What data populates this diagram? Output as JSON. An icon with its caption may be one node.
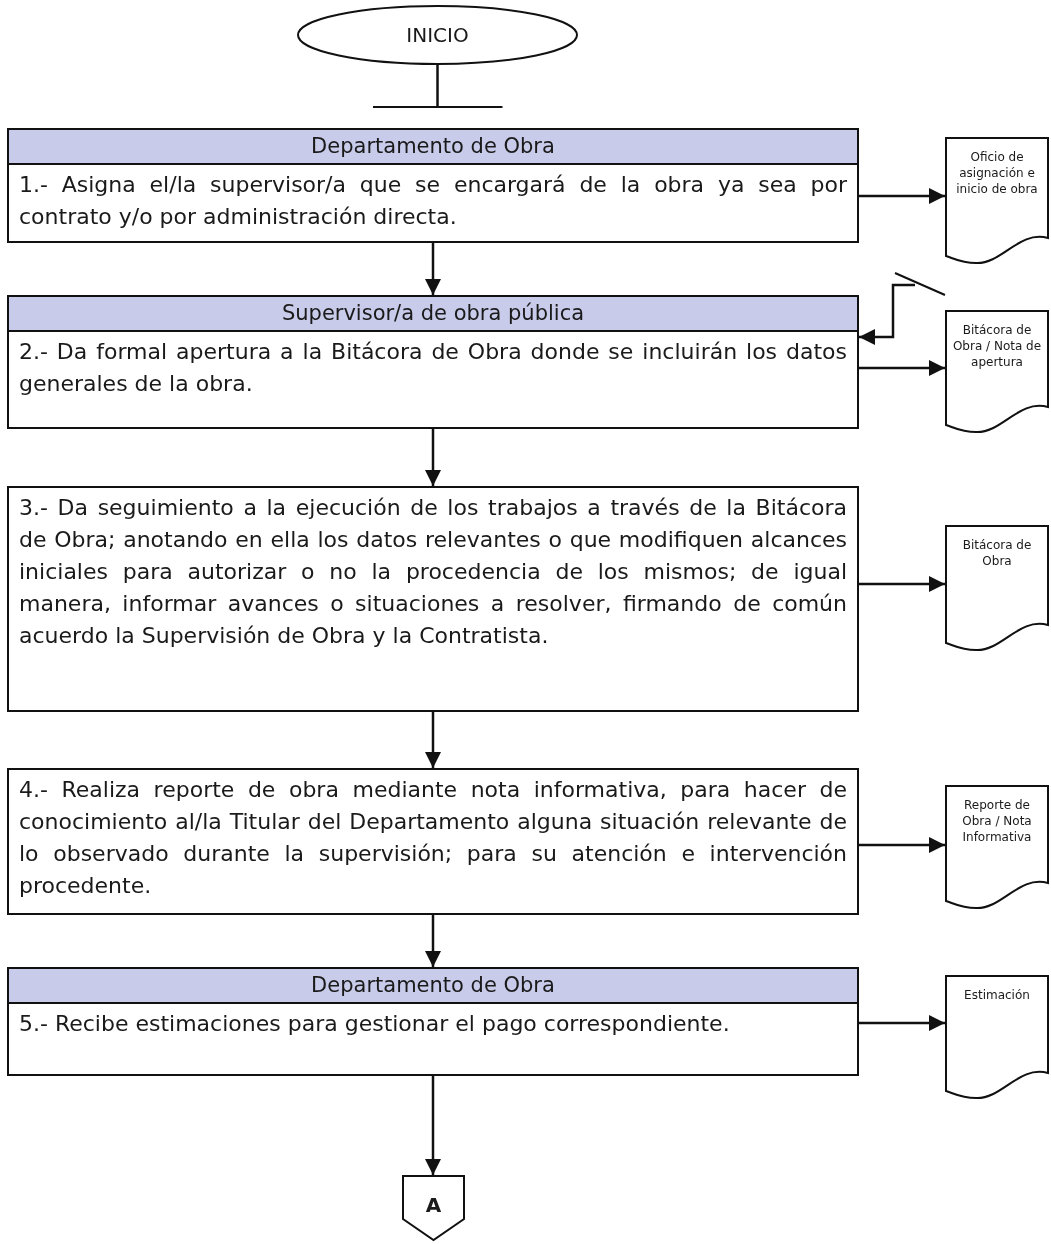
{
  "diagram": {
    "nodes": [
      {
        "text": [
          "INICIO"
        ]
      },
      {
        "text": [
          "Departamento de Obra",
          "1.- Asigna el/la supervisor/a que se encargará de la obra ya sea por contrato y/o por administración directa."
        ]
      },
      {
        "text": [
          "Oficio de asignación e inicio de obra"
        ]
      },
      {
        "text": [
          "Supervisor/a de obra pública",
          "2.- Da formal apertura a la Bitácora de Obra donde se incluirán los datos generales de la obra."
        ]
      },
      {
        "text": [
          "Bitácora de Obra / Nota de apertura"
        ]
      },
      {
        "text": [
          "3.- Da seguimiento a la ejecución de los trabajos a través de la Bitácora de Obra; anotando en ella los datos relevantes o que modifiquen alcances iniciales para autorizar o no la procedencia de los mismos; de igual manera, informar avances o situaciones a resolver, firmando de común acuerdo la Supervisión de Obra y la Contratista."
        ]
      },
      {
        "text": [
          "Bitácora de Obra"
        ]
      },
      {
        "text": [
          "4.- Realiza reporte de obra mediante nota informativa, para hacer de conocimiento al/la Titular del Departamento alguna situación relevante de lo observado durante la supervisión; para su atención e intervención procedente."
        ]
      },
      {
        "text": [
          "Reporte de Obra / Nota Informativa"
        ]
      },
      {
        "text": [
          "Departamento de Obra",
          "5.- Recibe estimaciones para gestionar el pago correspondiente."
        ]
      },
      {
        "text": [
          "Estimación"
        ]
      },
      {
        "text": [
          "A"
        ]
      }
    ],
    "edges": [
      {
        "from": 0,
        "to": 1,
        "arrow": "other"
      },
      {
        "from": 1,
        "to": 2,
        "arrow": "to"
      },
      {
        "from": 1,
        "to": 3,
        "arrow": "to"
      },
      {
        "from": null,
        "to": 3,
        "arrow": "to"
      },
      {
        "from": 3,
        "to": 4,
        "arrow": "to"
      },
      {
        "from": 3,
        "to": 5,
        "arrow": "to"
      },
      {
        "from": 5,
        "to": 6,
        "arrow": "to"
      },
      {
        "from": 5,
        "to": 7,
        "arrow": "to"
      },
      {
        "from": 7,
        "to": 8,
        "arrow": "to"
      },
      {
        "from": 7,
        "to": 9,
        "arrow": "to"
      },
      {
        "from": 9,
        "to": 10,
        "arrow": "to"
      },
      {
        "from": 9,
        "to": 11,
        "arrow": "to"
      }
    ]
  }
}
